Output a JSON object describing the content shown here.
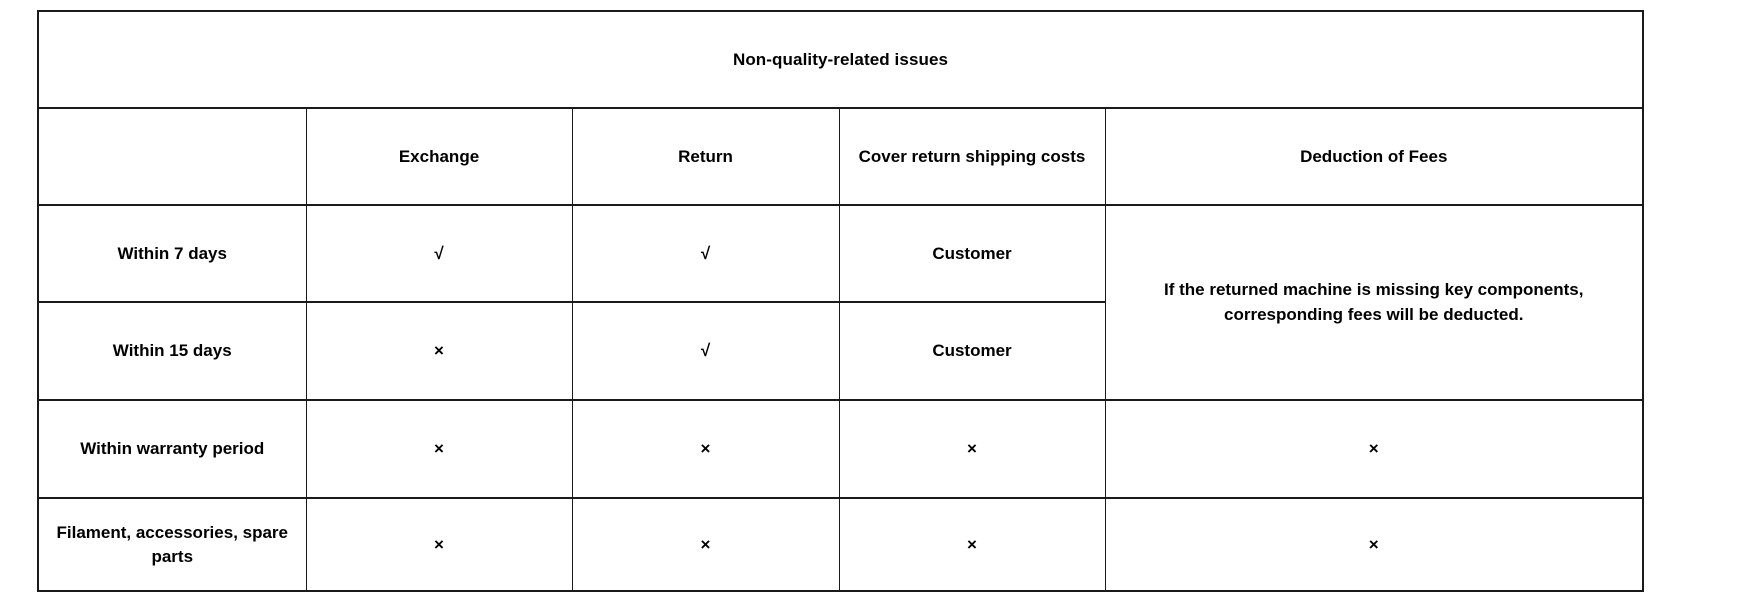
{
  "page": {
    "background": "#ffffff"
  },
  "table": {
    "title": "Non-quality-related issues",
    "column_headers": [
      "",
      "Exchange",
      "Return",
      "Cover return shipping costs",
      "Deduction of Fees"
    ],
    "rows": [
      {
        "label": "Within 7 days",
        "cells": [
          "√",
          "√",
          "Customer"
        ]
      },
      {
        "label": "Within 15 days",
        "cells": [
          "×",
          "√",
          "Customer"
        ]
      },
      {
        "label": "Within warranty period",
        "cells": [
          "×",
          "×",
          "×",
          "×"
        ]
      },
      {
        "label": "Filament, accessories, spare parts",
        "cells": [
          "×",
          "×",
          "×",
          "×"
        ]
      }
    ],
    "merged_note": "If the returned machine is missing key components, corresponding fees will be deducted.",
    "colors": {
      "border": "#1a1a1a",
      "text": "#000000",
      "background": "#ffffff"
    }
  }
}
